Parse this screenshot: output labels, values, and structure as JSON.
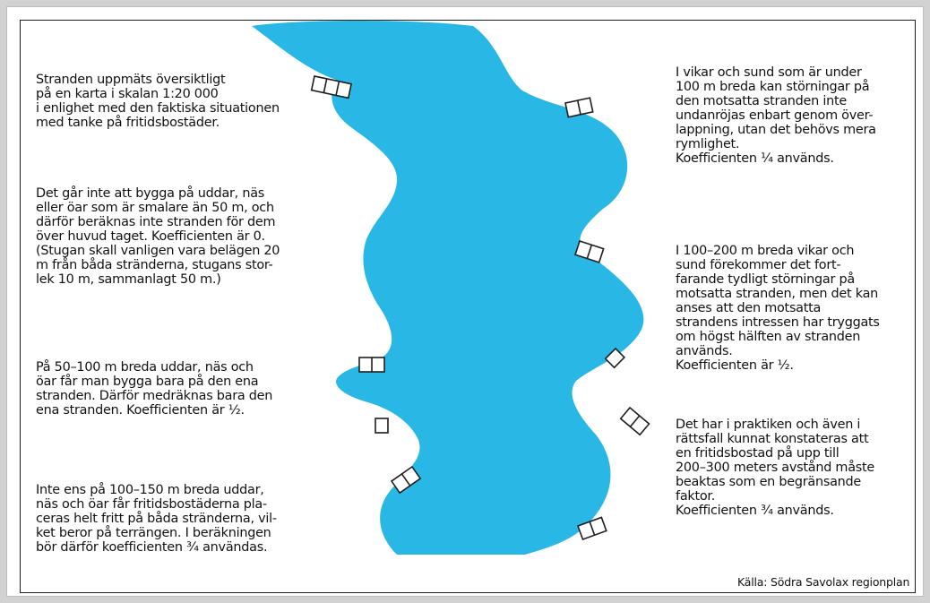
{
  "colors": {
    "water": "#29b7e6",
    "border": "#1e1e1e",
    "text": "#111111",
    "outer_frame": "#d2d2d2"
  },
  "left": {
    "p1": "Stranden uppmäts översiktligt\npå en karta i skalan 1:20 000\ni enlighet med den faktiska situationen\nmed tanke på fritidsbostäder.",
    "p2": "Det går inte att bygga på uddar, näs\neller öar som är smalare än 50 m, och\ndärför beräknas inte stranden för dem\növer huvud taget. Koefficienten är 0.\n(Stugan skall vanligen vara belägen 20\nm från båda stränderna, stugans stor-\nlek 10 m, sammanlagt 50 m.)",
    "p3": "På 50–100 m breda uddar, näs och\nöar får man bygga bara på den ena\nstranden. Därför medräknas bara den\nena stranden. Koefficienten är ½.",
    "p4": "Inte ens på 100–150 m breda uddar,\nnäs och öar får fritidsbostäderna pla-\nceras helt fritt på båda stränderna, vil-\nket beror på terrängen. I beräkningen\nbör därför koefficienten ¾ användas."
  },
  "right": {
    "p1": "I vikar och sund som är under\n100 m breda kan störningar på\nden motsatta stranden inte\nundanröjas enbart genom över-\nlappning, utan det behövs mera\nrymlighet.\nKoefficienten ¼ används.",
    "p2": "I 100–200 m breda vikar och\nsund förekommer det fort-\nfarande tydligt störningar på\nmotsatta stranden, men det kan\nanses att den motsatta\nstrandens intressen har tryggats\nom högst hälften av stranden\nanvänds.\nKoefficienten är ½.",
    "p3": "Det har i praktiken och även i\nrättsfall kunnat konstateras att\nen fritidsbostad på upp till\n200–300 meters avstånd måste\nbeaktas som en begränsande\nfaktor.\nKoefficienten ¾ används."
  },
  "source": "Källa: Södra Savolax regionplan"
}
